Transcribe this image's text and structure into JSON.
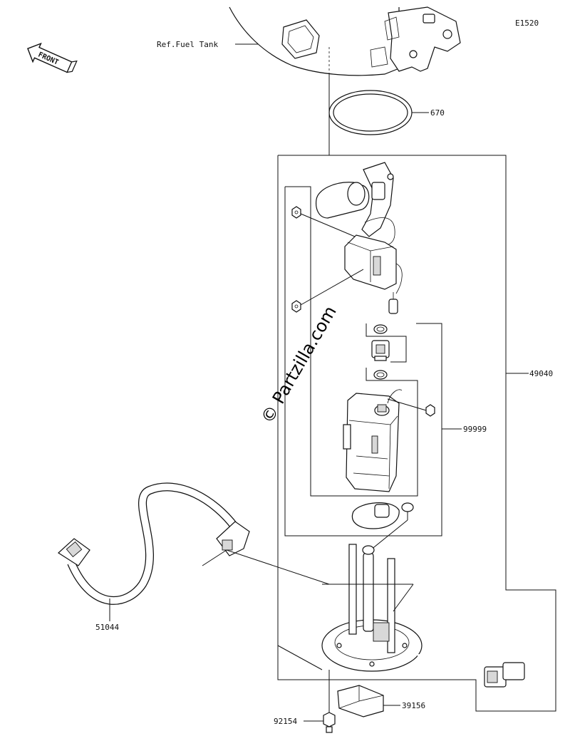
{
  "diagram_code": "E1520",
  "front_label": "FRONT",
  "ref_label": "Ref.Fuel Tank",
  "watermark": "© Partzilla.com",
  "callouts": {
    "p670": "670",
    "p49040": "49040",
    "p99999": "99999",
    "p51044": "51044",
    "p39156": "39156",
    "p92154": "92154"
  }
}
